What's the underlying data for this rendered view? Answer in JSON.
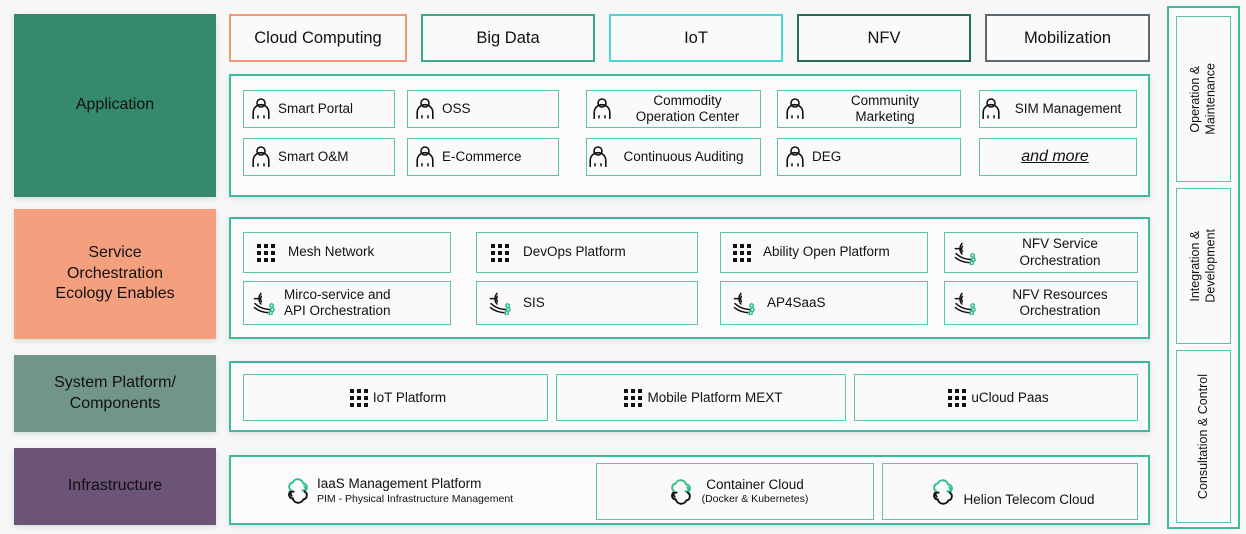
{
  "colors": {
    "background": "#f7f7f7",
    "panel_border": "#3fba9c",
    "card_border": "#5cc4ab",
    "stage_application": "#358a6b",
    "stage_service": "#f4a07e",
    "stage_system": "#72958b",
    "stage_infrastructure": "#6c5477",
    "tab_cloud_computing": "#f0987a",
    "tab_big_data": "#3eaa8c",
    "tab_iot": "#46d9d4",
    "tab_nfv": "#2a6b57",
    "tab_mobilization": "#5d6872",
    "icon_accent_green": "#2fbf86"
  },
  "stages": [
    {
      "id": "application",
      "label": "Application"
    },
    {
      "id": "service",
      "label": "Service\nOrchestration\nEcology Enables"
    },
    {
      "id": "system",
      "label": "System Platform/\nComponents"
    },
    {
      "id": "infrastructure",
      "label": "Infrastructure"
    }
  ],
  "tabs": [
    {
      "id": "cloud-computing",
      "label": "Cloud Computing"
    },
    {
      "id": "big-data",
      "label": "Big Data"
    },
    {
      "id": "iot",
      "label": "IoT"
    },
    {
      "id": "nfv",
      "label": "NFV"
    },
    {
      "id": "mobilization",
      "label": "Mobilization"
    }
  ],
  "pillar": [
    {
      "id": "operation-maintenance",
      "label": "Operation &\nMaintenance"
    },
    {
      "id": "integration-development",
      "label": "Integration &\nDevelopment"
    },
    {
      "id": "consultation-control",
      "label": "Consultation & Control"
    }
  ],
  "application_items": [
    {
      "id": "smart-portal",
      "label": "Smart Portal",
      "icon": "person-icon"
    },
    {
      "id": "oss",
      "label": "OSS",
      "icon": "person-icon"
    },
    {
      "id": "commodity-operation",
      "label": "Commodity\nOperation Center",
      "icon": "person-icon"
    },
    {
      "id": "community-marketing",
      "label": "Community\nMarketing",
      "icon": "person-icon"
    },
    {
      "id": "sim-management",
      "label": "SIM Management",
      "icon": "person-icon"
    },
    {
      "id": "smart-om",
      "label": "Smart O&M",
      "icon": "person-icon"
    },
    {
      "id": "e-commerce",
      "label": "E-Commerce",
      "icon": "person-icon"
    },
    {
      "id": "continuous-auditing",
      "label": "Continuous Auditing",
      "icon": "person-icon"
    },
    {
      "id": "deg",
      "label": "DEG",
      "icon": "person-icon"
    },
    {
      "id": "and-more",
      "label": "and more",
      "icon": "none"
    }
  ],
  "service_items": [
    {
      "id": "mesh-network",
      "label": "Mesh Network",
      "icon": "grid-dots-icon"
    },
    {
      "id": "devops-platform",
      "label": "DevOps Platform",
      "icon": "grid-dots-icon"
    },
    {
      "id": "ability-open-platform",
      "label": "Ability Open Platform",
      "icon": "grid-dots-icon"
    },
    {
      "id": "nfv-service-orchestration",
      "label": "NFV Service\nOrchestration",
      "icon": "orchestration-icon"
    },
    {
      "id": "micro-service-api",
      "label": "Mirco-service and\nAPI Orchestration",
      "icon": "orchestration-icon"
    },
    {
      "id": "sis",
      "label": "SIS",
      "icon": "orchestration-icon"
    },
    {
      "id": "ap4saas",
      "label": "AP4SaaS",
      "icon": "orchestration-icon"
    },
    {
      "id": "nfv-resources-orchestration",
      "label": "NFV Resources\nOrchestration",
      "icon": "orchestration-icon"
    }
  ],
  "system_items": [
    {
      "id": "iot-platform",
      "label": "IoT Platform",
      "icon": "grid-dots-icon"
    },
    {
      "id": "mobile-platform-mext",
      "label": "Mobile Platform MEXT",
      "icon": "grid-dots-icon"
    },
    {
      "id": "ucloud-paas",
      "label": "uCloud Paas",
      "icon": "grid-dots-icon"
    }
  ],
  "infrastructure_items": [
    {
      "id": "iaas-management-platform",
      "label": "IaaS Management Platform",
      "sublabel": "PIM - Physical Infrastructure Management",
      "icon": "cloud-refresh-icon"
    },
    {
      "id": "container-cloud",
      "label": "Container Cloud",
      "sublabel": "(Docker & Kubernetes)",
      "icon": "cloud-refresh-icon"
    },
    {
      "id": "helion-telecom-cloud",
      "label": "Helion Telecom Cloud",
      "sublabel": "",
      "icon": "cloud-refresh-icon"
    }
  ]
}
